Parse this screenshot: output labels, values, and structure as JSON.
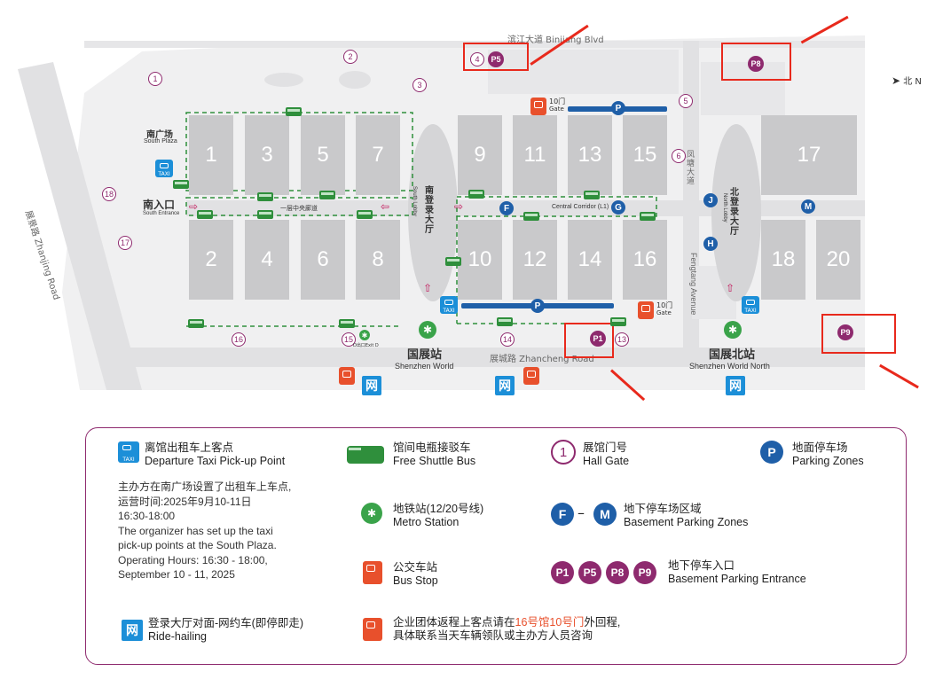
{
  "map": {
    "roads": {
      "binjiang": "滨江大道 Binjiang Blvd",
      "zhanjing": "展景路 Zhanjing Road",
      "zhancheng": "展城路 Zhancheng Road",
      "fengtang_cn": "凤塘大道",
      "fengtang_en": "Fengtang Avenue",
      "central_cn": "一层中央廊道",
      "central_en": "Central Corridor (L1)"
    },
    "compass": "北 N",
    "halls": [
      "1",
      "3",
      "5",
      "7",
      "2",
      "4",
      "6",
      "8",
      "9",
      "11",
      "13",
      "15",
      "10",
      "12",
      "14",
      "16",
      "17",
      "18",
      "20"
    ],
    "gates": [
      "1",
      "2",
      "3",
      "4",
      "5",
      "6",
      "13",
      "14",
      "15",
      "16",
      "17",
      "18"
    ],
    "parking_entrances": [
      "P5",
      "P8",
      "P1",
      "P9"
    ],
    "parking_zone": "P",
    "basement_zones": [
      "F",
      "G",
      "J",
      "M",
      "H"
    ],
    "gate10_label": "10门",
    "gate10_en": "Gate",
    "exit_d": "D出口Exit D",
    "south_plaza_cn": "南广场",
    "south_plaza_en": "South Plaza",
    "south_entrance_cn": "南入口",
    "south_entrance_en": "South Entrance",
    "south_lobby_cn": "南登录大厅",
    "south_lobby_en": "South Lobby",
    "north_lobby_cn": "北登录大厅",
    "north_lobby_en": "North Lobby",
    "station_sw_cn": "国展站",
    "station_sw_en": "Shenzhen World",
    "station_swn_cn": "国展北站",
    "station_swn_en": "Shenzhen World North",
    "taxi": "TAXI",
    "wang": "网"
  },
  "legend": {
    "taxi_cn": "离馆出租车上客点",
    "taxi_en": "Departure Taxi Pick-up Point",
    "taxi_note_cn1": "主办方在南广场设置了出租车上车点,",
    "taxi_note_cn2": "运营时间:2025年9月10-11日",
    "taxi_note_cn3": "16:30-18:00",
    "taxi_note_en1": "The organizer has set up the taxi",
    "taxi_note_en2": "pick-up points at the South Plaza.",
    "taxi_note_en3": "Operating Hours: 16:30 - 18:00,",
    "taxi_note_en4": "September 10 - 11, 2025",
    "ride_cn": "登录大厅对面-网约车(即停即走)",
    "ride_en": "Ride-hailing",
    "shuttle_cn": "馆间电瓶接驳车",
    "shuttle_en": "Free Shuttle Bus",
    "metro_cn": "地铁站(12/20号线)",
    "metro_en": "Metro Station",
    "bus_cn": "公交车站",
    "bus_en": "Bus Stop",
    "group_cn1a": "企业团体返程上客点请在",
    "group_cn1b": "16号馆10号门",
    "group_cn1c": "外回程,",
    "group_cn2": "具体联系当天车辆领队或主办方人员咨询",
    "gate_cn": "展馆门号",
    "gate_en": "Hall Gate",
    "gate_num": "1",
    "fm_cn": "地下停车场区域",
    "fm_en": "Basement Parking Zones",
    "fm_f": "F",
    "fm_dash": "–",
    "fm_m": "M",
    "p_cn": "地面停车场",
    "p_en": "Parking Zones",
    "p_icon": "P",
    "entr_cn": "地下停车入口",
    "entr_en": "Basement Parking Entrance",
    "entr_pins": [
      "P1",
      "P5",
      "P8",
      "P9"
    ],
    "highlight_color": "#e8502c",
    "border_color": "#8e2a6e"
  }
}
